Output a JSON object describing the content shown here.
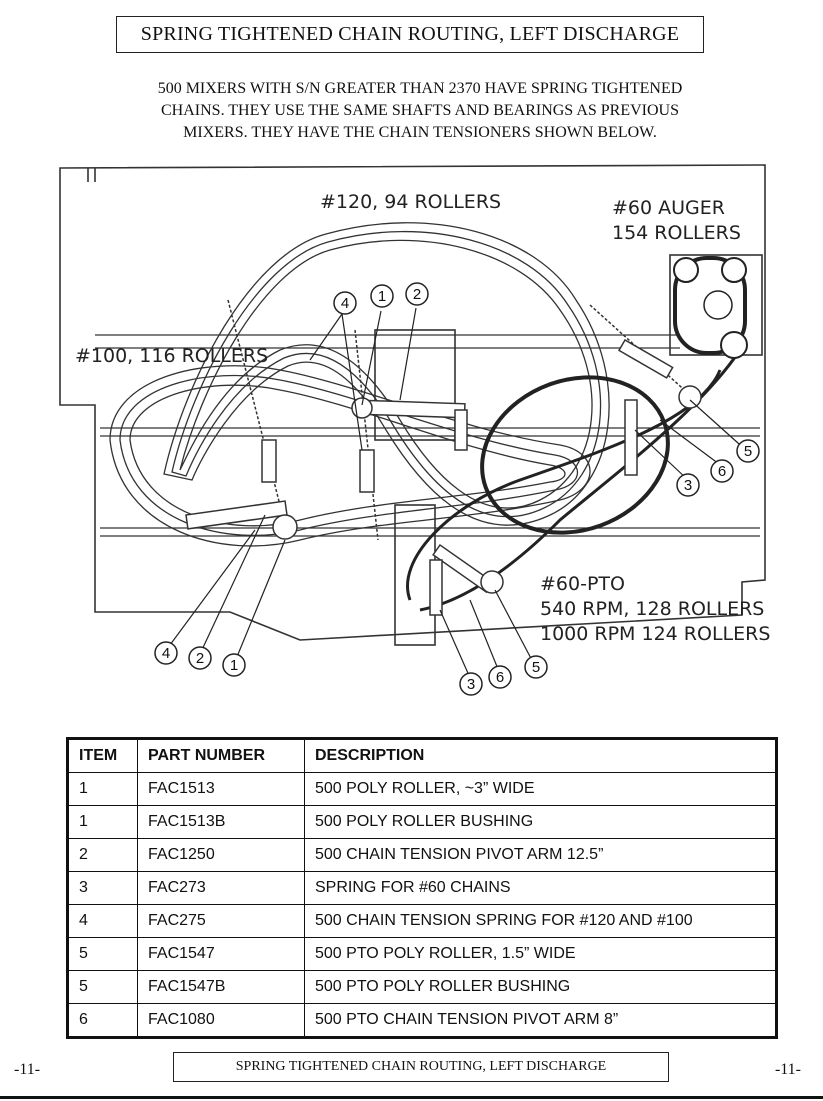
{
  "page": {
    "title": "SPRING TIGHTENED CHAIN ROUTING, LEFT DISCHARGE",
    "intro": [
      "500 MIXERS WITH S/N GREATER THAN 2370 HAVE SPRING TIGHTENED",
      "CHAINS. THEY USE  THE SAME SHAFTS AND BEARINGS AS PREVIOUS",
      "MIXERS. THEY HAVE THE CHAIN TENSIONERS SHOWN BELOW."
    ],
    "page_number": "-11-",
    "footer": "SPRING TIGHTENED CHAIN ROUTING, LEFT DISCHARGE"
  },
  "diagram": {
    "labels": {
      "chain120": "#120, 94 ROLLERS",
      "auger_1": "#60 AUGER",
      "auger_2": "154 ROLLERS",
      "chain100": "#100, 116 ROLLERS",
      "pto_1": "#60-PTO",
      "pto_2": "540 RPM, 128 ROLLERS",
      "pto_3": "1000 RPM 124 ROLLERS"
    },
    "callouts": {
      "top_4": "4",
      "top_1": "1",
      "top_2": "2",
      "right_5": "5",
      "right_6": "6",
      "right_3": "3",
      "bl_4": "4",
      "bl_2": "2",
      "bl_1": "1",
      "bc_3": "3",
      "bc_6": "6",
      "bc_5": "5"
    }
  },
  "parts_table": {
    "headers": {
      "item": "ITEM",
      "part": "PART NUMBER",
      "desc": "DESCRIPTION"
    },
    "rows": [
      {
        "item": "1",
        "part": "FAC1513",
        "desc": "500 POLY ROLLER, ~3” WIDE"
      },
      {
        "item": "1",
        "part": "FAC1513B",
        "desc": "500 POLY ROLLER BUSHING"
      },
      {
        "item": "2",
        "part": "FAC1250",
        "desc": "500 CHAIN TENSION PIVOT ARM 12.5”"
      },
      {
        "item": "3",
        "part": "FAC273",
        "desc": "SPRING FOR #60 CHAINS"
      },
      {
        "item": "4",
        "part": "FAC275",
        "desc": "500 CHAIN TENSION SPRING FOR #120 AND #100"
      },
      {
        "item": "5",
        "part": "FAC1547",
        "desc": "500 PTO POLY ROLLER, 1.5” WIDE"
      },
      {
        "item": "5",
        "part": "FAC1547B",
        "desc": "500 PTO POLY ROLLER BUSHING"
      },
      {
        "item": "6",
        "part": "FAC1080",
        "desc": "500 PTO CHAIN TENSION PIVOT ARM 8”"
      }
    ]
  }
}
